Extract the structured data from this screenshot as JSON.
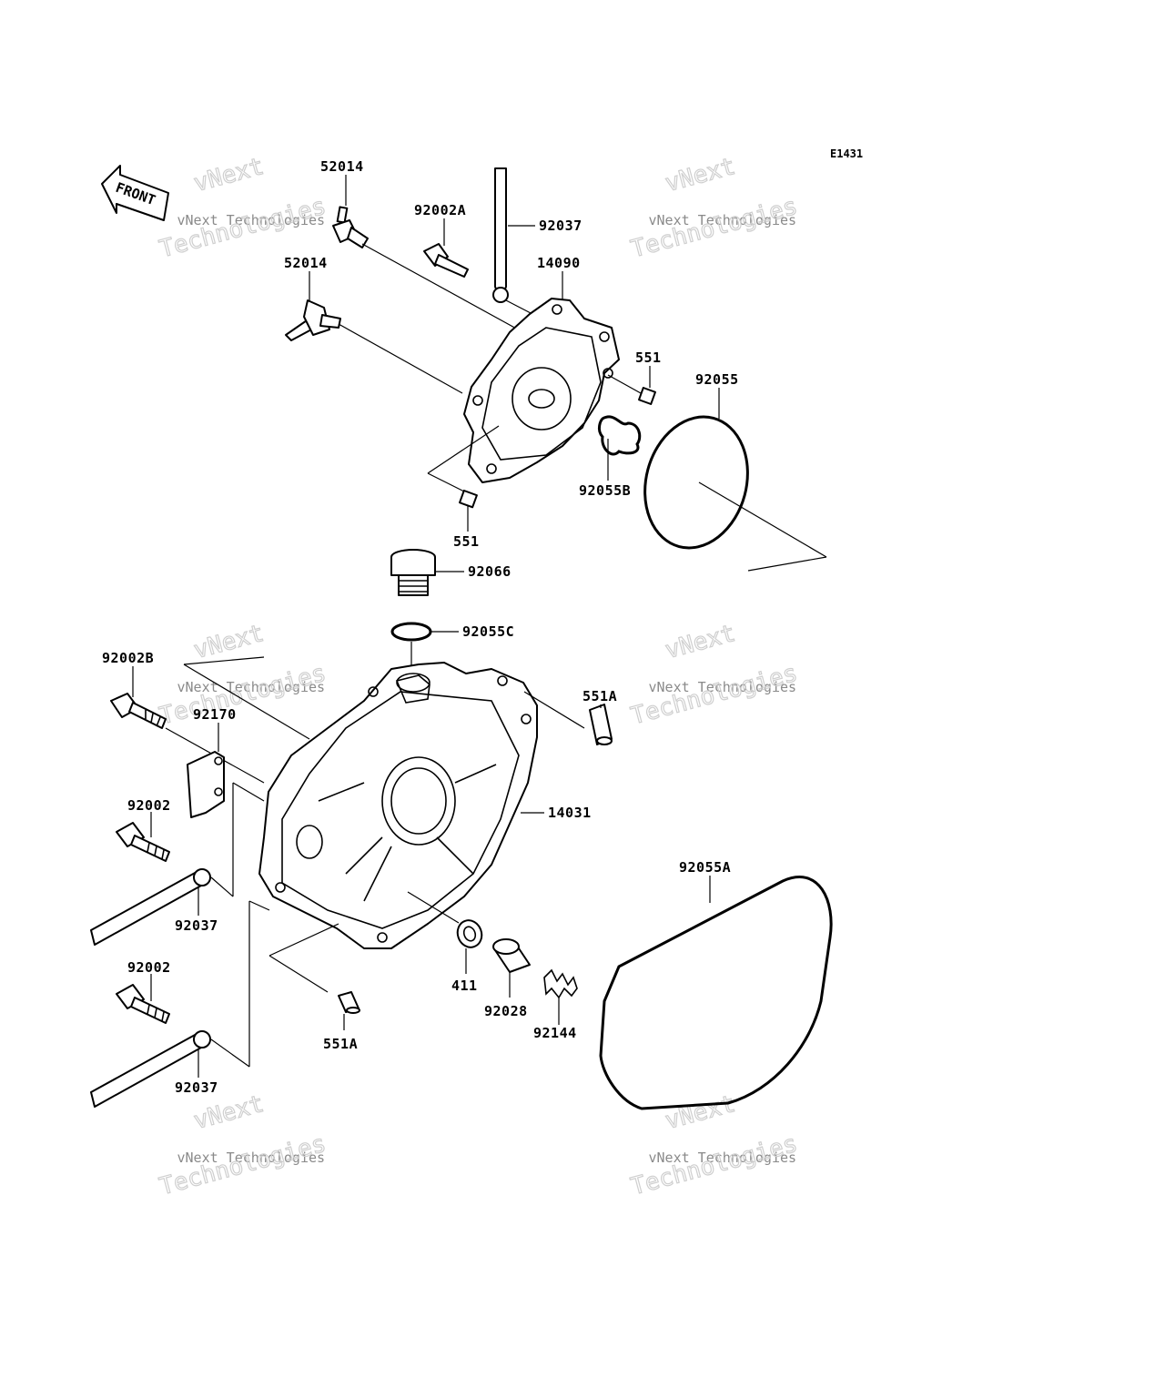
{
  "diagram_code": "E1431",
  "front_arrow_label": "FRONT",
  "watermark": {
    "line1": "vNext Technologies",
    "line2": "Technologies",
    "line3": "vNext"
  },
  "callouts": [
    {
      "id": "c1",
      "label": "52014"
    },
    {
      "id": "c2",
      "label": "92002A"
    },
    {
      "id": "c3",
      "label": "92037"
    },
    {
      "id": "c4",
      "label": "52014"
    },
    {
      "id": "c5",
      "label": "14090"
    },
    {
      "id": "c6",
      "label": "551"
    },
    {
      "id": "c7",
      "label": "92055"
    },
    {
      "id": "c8",
      "label": "92055B"
    },
    {
      "id": "c9",
      "label": "551"
    },
    {
      "id": "c10",
      "label": "92066"
    },
    {
      "id": "c11",
      "label": "92055C"
    },
    {
      "id": "c12",
      "label": "92002B"
    },
    {
      "id": "c13",
      "label": "92170"
    },
    {
      "id": "c14",
      "label": "551A"
    },
    {
      "id": "c15",
      "label": "14031"
    },
    {
      "id": "c16",
      "label": "92002"
    },
    {
      "id": "c17",
      "label": "92055A"
    },
    {
      "id": "c18",
      "label": "92037"
    },
    {
      "id": "c19",
      "label": "92002"
    },
    {
      "id": "c20",
      "label": "411"
    },
    {
      "id": "c21",
      "label": "92028"
    },
    {
      "id": "c22",
      "label": "92144"
    },
    {
      "id": "c23",
      "label": "551A"
    },
    {
      "id": "c24",
      "label": "92037"
    }
  ]
}
